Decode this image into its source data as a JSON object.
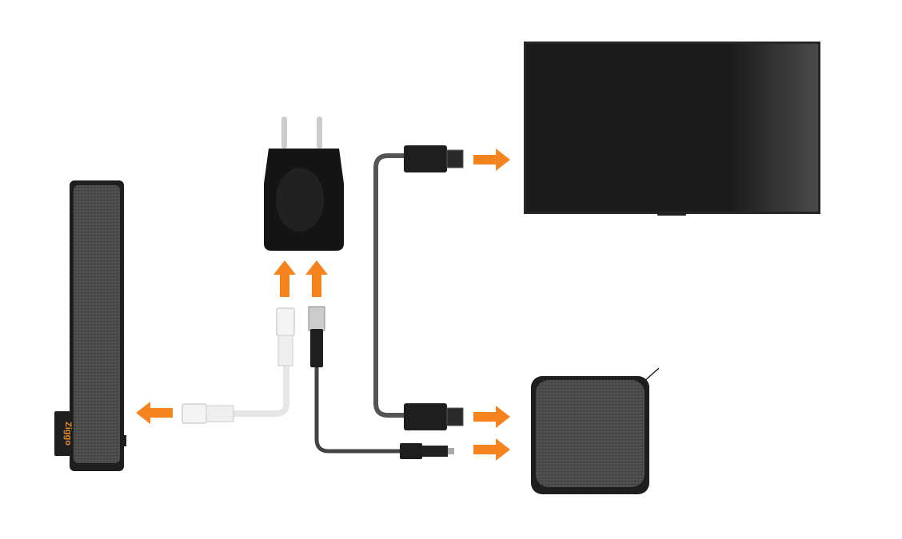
{
  "diagram": {
    "logo_text": "Ziggo",
    "colors": {
      "arrow": "#F5841F",
      "device_fabric": "#4a4a4a",
      "device_frame": "#1e1e1e",
      "tv_screen": "#1a1a1a",
      "cable_dark": "#3a3a3a",
      "cable_white": "#f2f2f2",
      "logo": "#e8892b"
    },
    "components": [
      "mediabox-tower",
      "power-adapter",
      "television",
      "wifi-pod",
      "ethernet-cable",
      "usb-cable",
      "hdmi-cable"
    ]
  }
}
